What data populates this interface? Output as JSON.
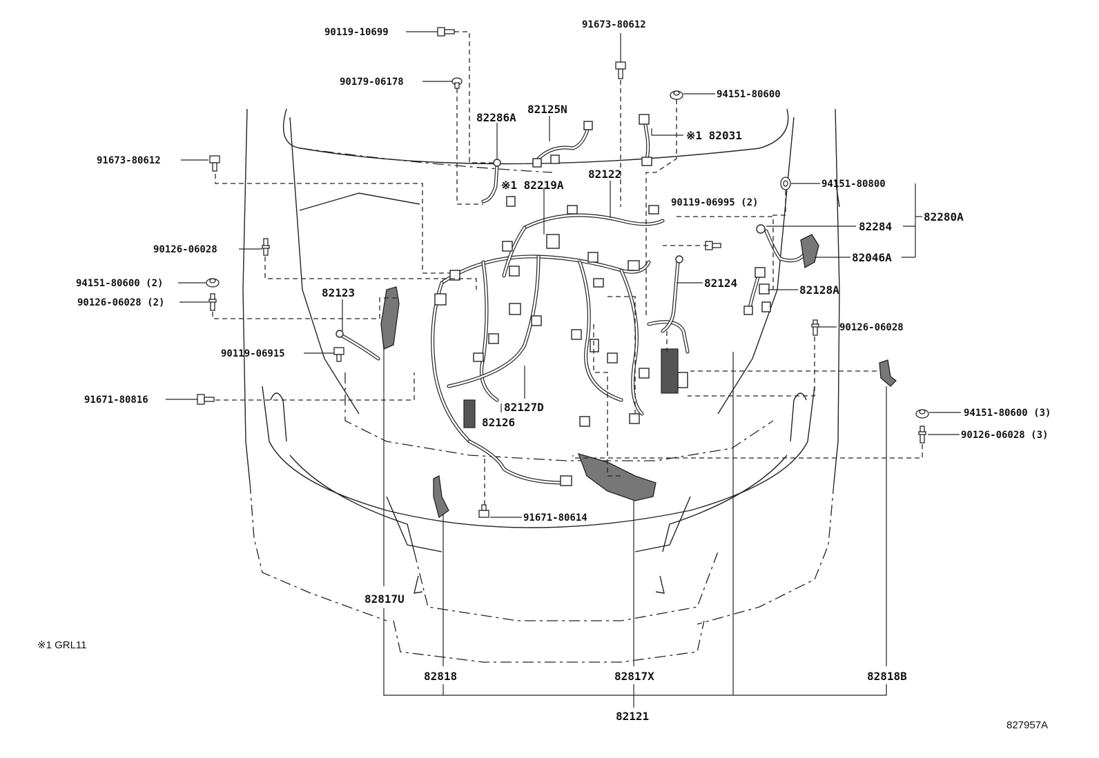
{
  "labels": {
    "p90119_10699": "90119-10699",
    "p91673_80612_top": "91673-80612",
    "p90179_06178": "90179-06178",
    "p94151_80600_top": "94151-80600",
    "p82286A": "82286A",
    "p82125N": "82125N",
    "p82031": "※1 82031",
    "p91673_80612_left": "91673-80612",
    "p82122": "82122",
    "p82219A": "※1 82219A",
    "p94151_80800": "94151-80800",
    "p90119_06995": "90119-06995 (2)",
    "p82284": "82284",
    "p82280A": "82280A",
    "p90126_06028_left": "90126-06028",
    "p82046A": "82046A",
    "p94151_80600_2": "94151-80600 (2)",
    "p82124": "82124",
    "p82128A": "82128A",
    "p90126_06028_2": "90126-06028 (2)",
    "p82123": "82123",
    "p90126_06028_right": "90126-06028",
    "p90119_06915": "90119-06915",
    "p91671_80816": "91671-80816",
    "p82127D": "82127D",
    "p82126": "82126",
    "p94151_80600_3": "94151-80600 (3)",
    "p90126_06028_3": "90126-06028 (3)",
    "p91671_80614": "91671-80614",
    "p82817U": "82817U",
    "p82818": "82818",
    "p82817X": "82817X",
    "p82818B": "82818B",
    "p82121": "82121"
  },
  "footnote": "※1 GRL11",
  "diagram_id": "827957A"
}
